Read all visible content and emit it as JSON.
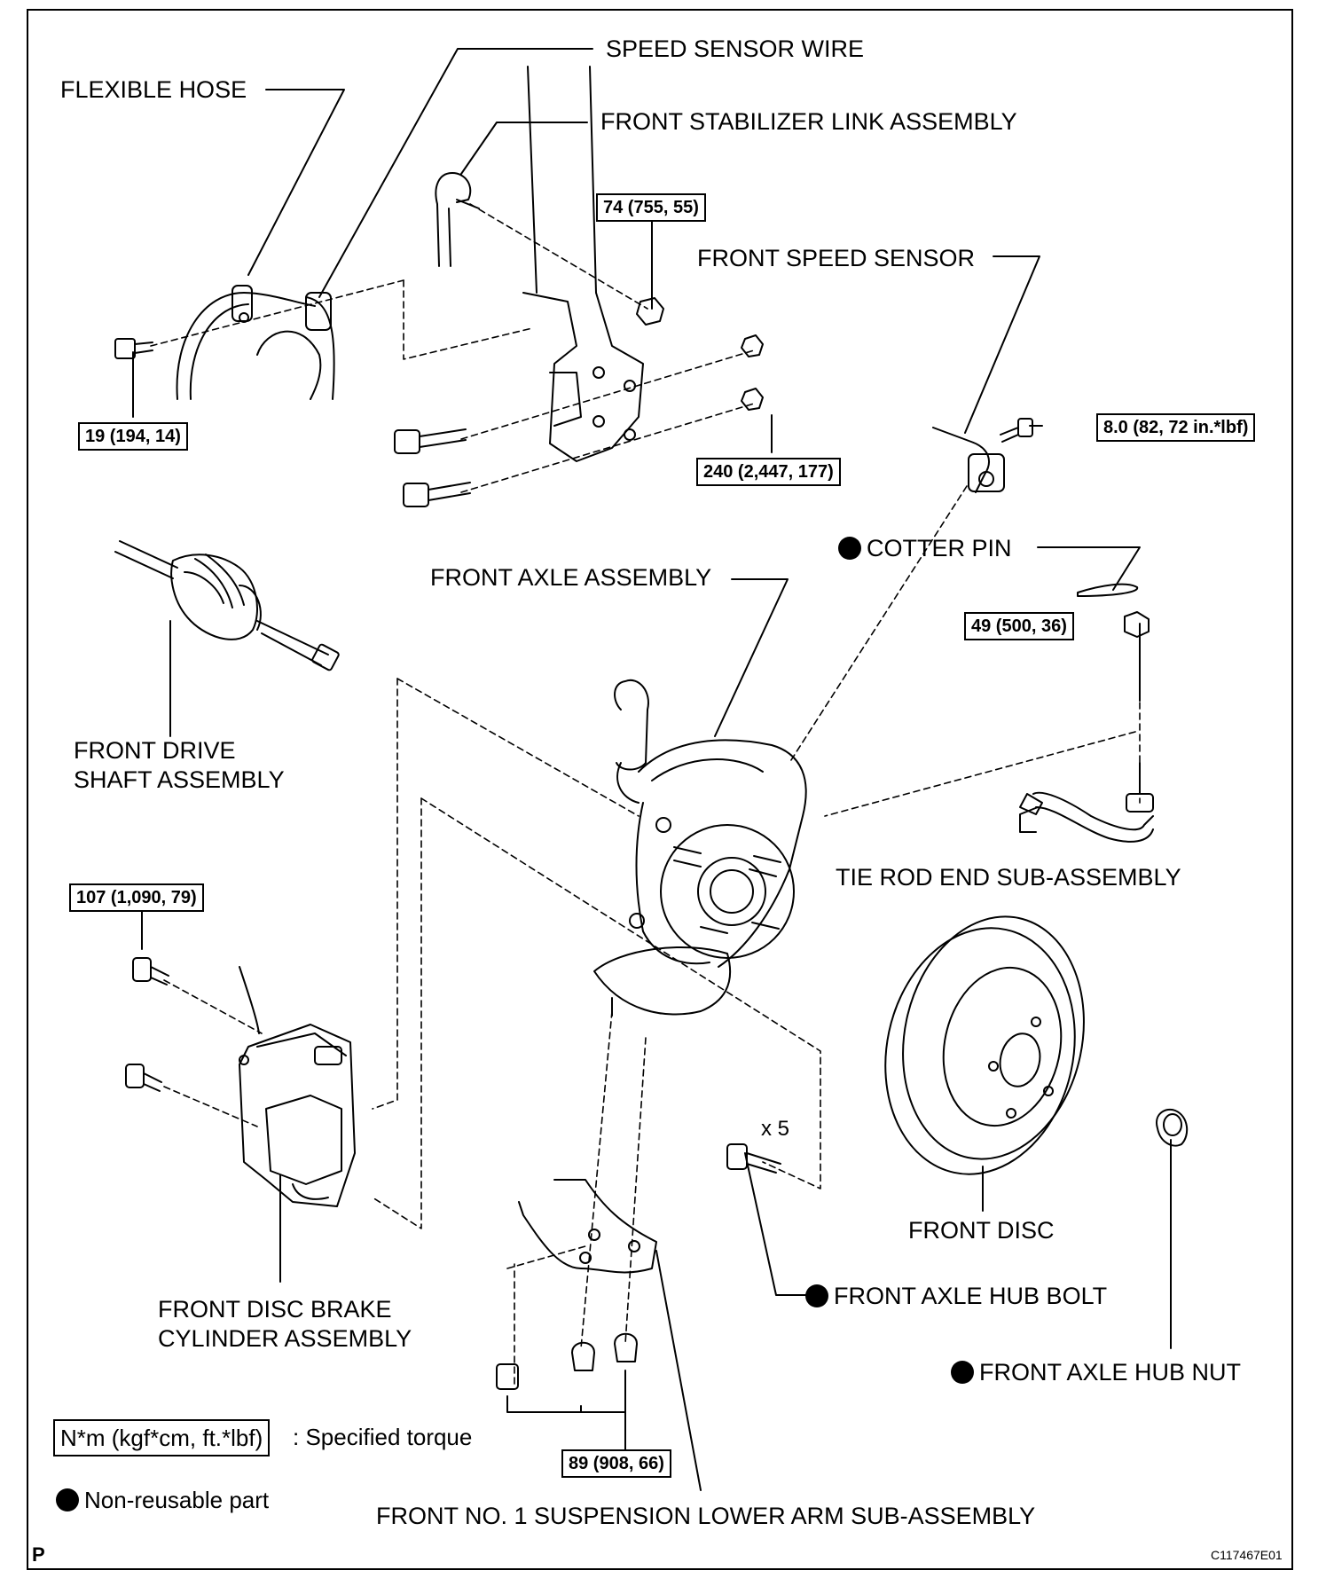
{
  "labels": {
    "flexible_hose": "FLEXIBLE HOSE",
    "speed_sensor_wire": "SPEED SENSOR WIRE",
    "front_stabilizer_link": "FRONT STABILIZER LINK ASSEMBLY",
    "front_speed_sensor": "FRONT SPEED SENSOR",
    "cotter_pin": "COTTER PIN",
    "front_axle_assembly": "FRONT AXLE ASSEMBLY",
    "front_drive_shaft": "FRONT DRIVE SHAFT ASSEMBLY",
    "tie_rod_end": "TIE ROD END SUB-ASSEMBLY",
    "front_disc": "FRONT DISC",
    "front_axle_hub_bolt": "FRONT AXLE HUB BOLT",
    "front_axle_hub_nut": "FRONT AXLE HUB NUT",
    "front_disc_brake_cylinder": "FRONT DISC BRAKE CYLINDER ASSEMBLY",
    "lower_arm": "FRONT NO. 1 SUSPENSION LOWER ARM SUB-ASSEMBLY",
    "x5": "x 5"
  },
  "torques": {
    "stabilizer_nut": "74 (755, 55)",
    "flex_hose_bolt": "19 (194, 14)",
    "knuckle_bolts": "240 (2,447, 177)",
    "speed_sensor_bolt": "8.0 (82, 72 in.*lbf)",
    "tie_rod_nut": "49 (500, 36)",
    "caliper_bolts": "107 (1,090, 79)",
    "lower_arm_bolts": "89 (908, 66)"
  },
  "legend": {
    "torque_box": "N*m (kgf*cm, ft.*lbf)",
    "torque_desc": ": Specified torque",
    "nonreusable_desc": "Non-reusable part"
  },
  "corner_mark": "P",
  "figure_id": "C117467E01"
}
